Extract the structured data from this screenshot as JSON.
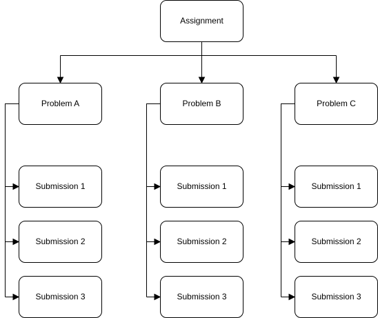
{
  "diagram": {
    "root": {
      "label": "Assignment"
    },
    "problems": [
      {
        "label": "Problem A",
        "submissions": [
          {
            "label": "Submission 1"
          },
          {
            "label": "Submission 2"
          },
          {
            "label": "Submission 3"
          }
        ]
      },
      {
        "label": "Problem B",
        "submissions": [
          {
            "label": "Submission 1"
          },
          {
            "label": "Submission 2"
          },
          {
            "label": "Submission 3"
          }
        ]
      },
      {
        "label": "Problem C",
        "submissions": [
          {
            "label": "Submission 1"
          },
          {
            "label": "Submission 2"
          },
          {
            "label": "Submission 3"
          }
        ]
      }
    ],
    "colors": {
      "stroke": "#000000",
      "fill": "#ffffff",
      "text": "#000000"
    }
  }
}
